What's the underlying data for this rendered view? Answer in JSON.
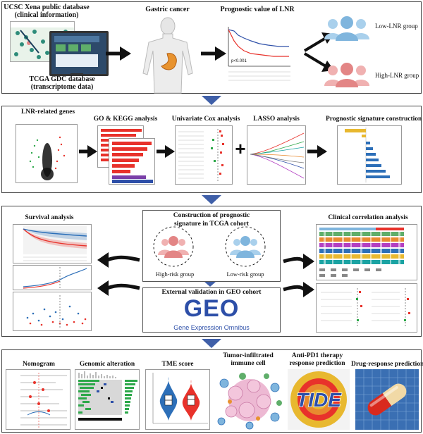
{
  "row1": {
    "ucsc_title_line1": "UCSC Xena public database",
    "ucsc_title_line2": "(clinical information)",
    "tcga_title_line1": "TCGA GDC database",
    "tcga_title_line2": "(transcriptome data)",
    "gastric_title": "Gastric cancer",
    "lnr_title": "Prognostic value of LNR",
    "low_group": "Low-LNR group",
    "high_group": "High-LNR group",
    "pvalue": "p<0.001"
  },
  "row2": {
    "genes": "LNR-related genes",
    "go": "GO & KEGG analysis",
    "cox": "Univariate Cox analysis",
    "lasso": "LASSO analysis",
    "signature": "Prognostic signature construction",
    "plus": "+"
  },
  "row3": {
    "survival": "Survival analysis",
    "construction_line1": "Construction of prognostic",
    "construction_line2": "signature in TCGA cohort",
    "high_risk": "High-risk group",
    "low_risk": "Low-risk group",
    "external": "External validation in GEO cohort",
    "geo_logo": "GEO",
    "geo_caption": "Gene Expression Omnibus",
    "clinical": "Clinical correlation analysis"
  },
  "row4": {
    "nomogram": "Nomogram",
    "genomic": "Genomic alteration",
    "tme": "TME score",
    "tumor_line1": "Tumor-infiltrated",
    "tumor_line2": "immune cell",
    "antipd1_line1": "Anti-PD1 therapy",
    "antipd1_line2": "response prediction",
    "drug": "Drug-response prediction",
    "tide_logo": "TIDE"
  },
  "colors": {
    "arrow_blue": "#3f5fa8",
    "low_blue": "#7fb5dd",
    "high_red": "#e38585",
    "bar_red": "#e8322b"
  }
}
